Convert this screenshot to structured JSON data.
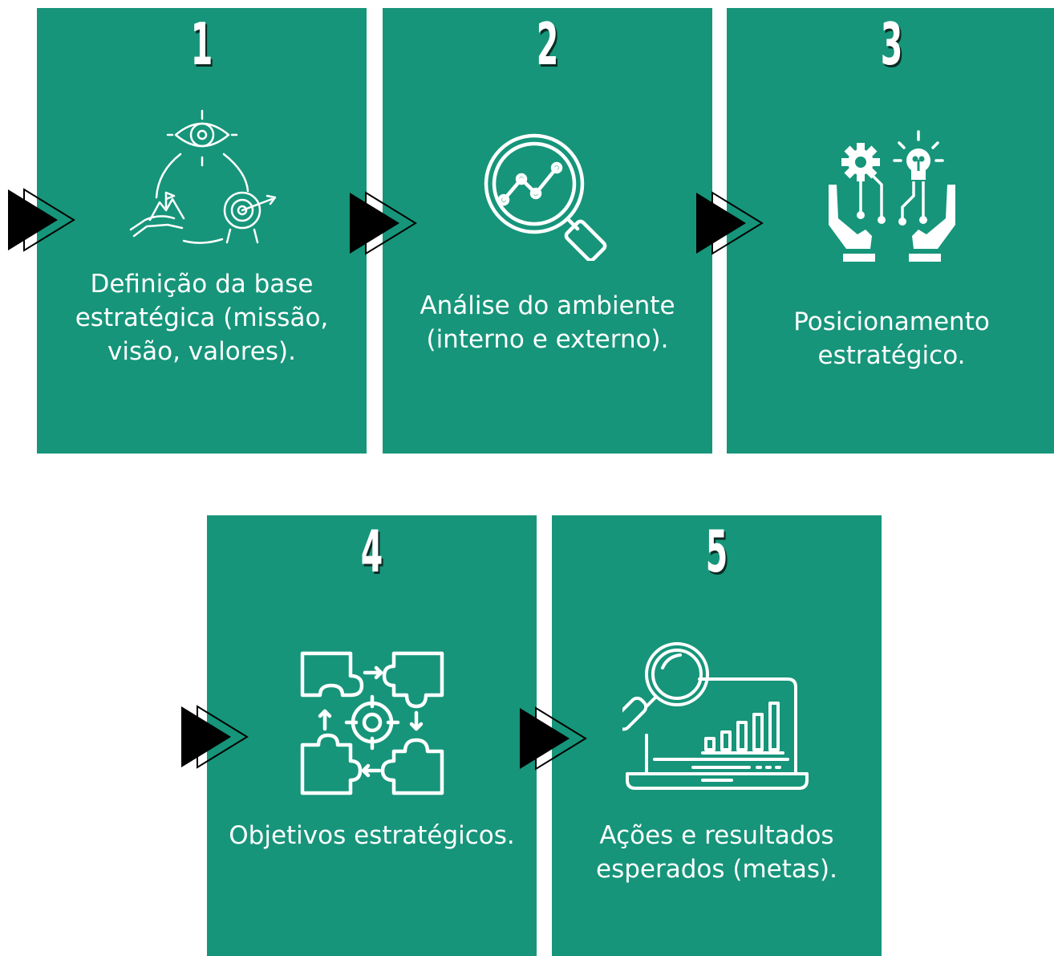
{
  "steps": [
    {
      "number": "1",
      "label": "Definição da base estratégica (missão, visão, valores).",
      "icon": "mission-vision-values-icon"
    },
    {
      "number": "2",
      "label": "Análise do ambiente (interno e externo).",
      "icon": "magnifier-chart-icon"
    },
    {
      "number": "3",
      "label": "Posicionamento estratégico.",
      "icon": "hands-gear-bulb-icon"
    },
    {
      "number": "4",
      "label": "Objetivos estratégicos.",
      "icon": "puzzle-target-icon"
    },
    {
      "number": "5",
      "label": "Ações e resultados esperados (metas).",
      "icon": "laptop-analytics-icon"
    }
  ],
  "colors": {
    "card": "#16957a",
    "text": "#ffffff",
    "arrow": "#000000"
  }
}
